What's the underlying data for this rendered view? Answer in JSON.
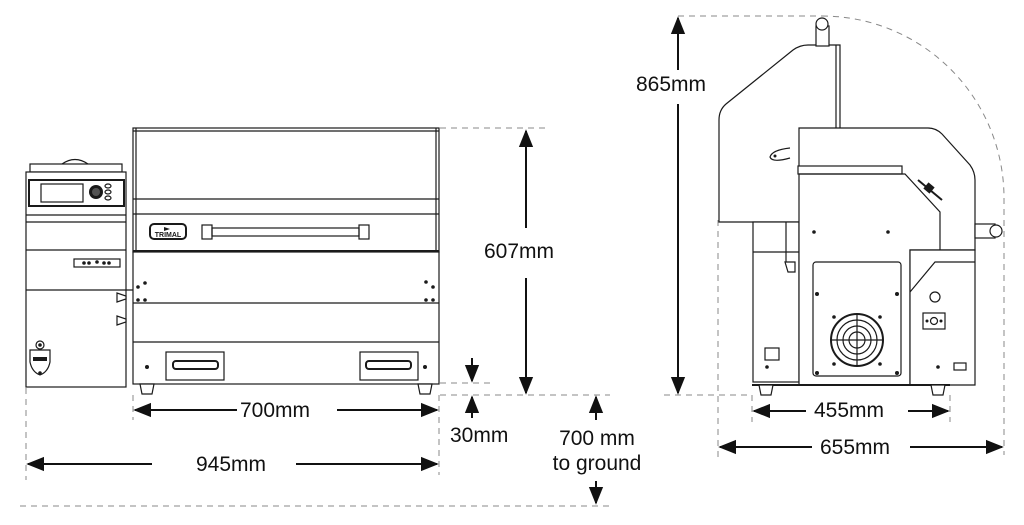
{
  "diagram": {
    "type": "dimension-drawing",
    "subject": "Pellet grill with side hopper and controller",
    "brand_badge": "TRIMAL",
    "views": [
      {
        "name": "front-view"
      },
      {
        "name": "side-view"
      }
    ],
    "colors": {
      "line": "#1a1a1a",
      "dimension_line": "#111111",
      "dashed_guide": "#888888",
      "background": "#ffffff"
    }
  },
  "dimensions": {
    "body_height": "607mm",
    "grill_width": "700mm",
    "leg_height": "30mm",
    "to_ground_line1": "700 mm",
    "to_ground_line2": "to ground",
    "overall_width": "945mm",
    "open_lid_height": "865mm",
    "depth": "455mm",
    "overall_depth": "655mm"
  }
}
